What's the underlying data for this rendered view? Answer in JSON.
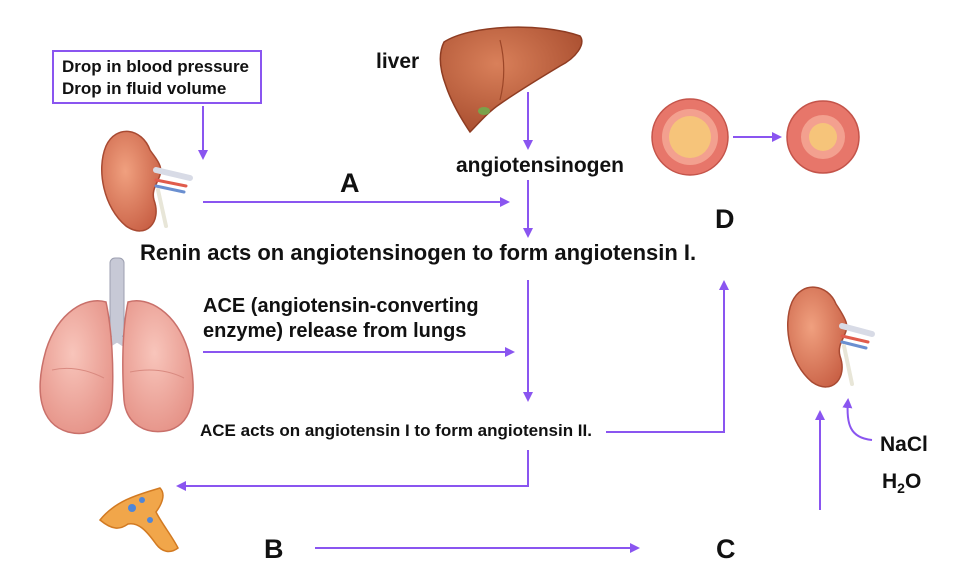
{
  "trigger_box": {
    "line1": "Drop in blood pressure",
    "line2": "Drop in fluid volume"
  },
  "labels": {
    "liver": "liver",
    "angiotensinogen": "angiotensinogen",
    "renin_step": "Renin acts on angiotensinogen to form angiotensin I.",
    "ace_release_line1": "ACE (angiotensin-converting",
    "ace_release_line2": "enzyme) release from lungs",
    "ace_step": "ACE acts on angiotensin I to form angiotensin II.",
    "nacl": "NaCl",
    "h2o_main": "H",
    "h2o_sub": "2",
    "h2o_end": "O"
  },
  "blanks": {
    "a": "A",
    "b": "B",
    "c": "C",
    "d": "D"
  },
  "colors": {
    "arrow": "#8a55f0",
    "kidney": "#d9735a",
    "liver": "#c0603d",
    "lung": "#efa59a",
    "trachea": "#c7c9d6",
    "vessel_wall": "#e7766a",
    "vessel_lumen": "#f6c47a",
    "adrenal": "#f1a64a"
  },
  "icons": [
    "kidney-icon",
    "liver-icon",
    "lungs-icon",
    "adrenal-gland-icon",
    "blood-vessel-icon"
  ]
}
